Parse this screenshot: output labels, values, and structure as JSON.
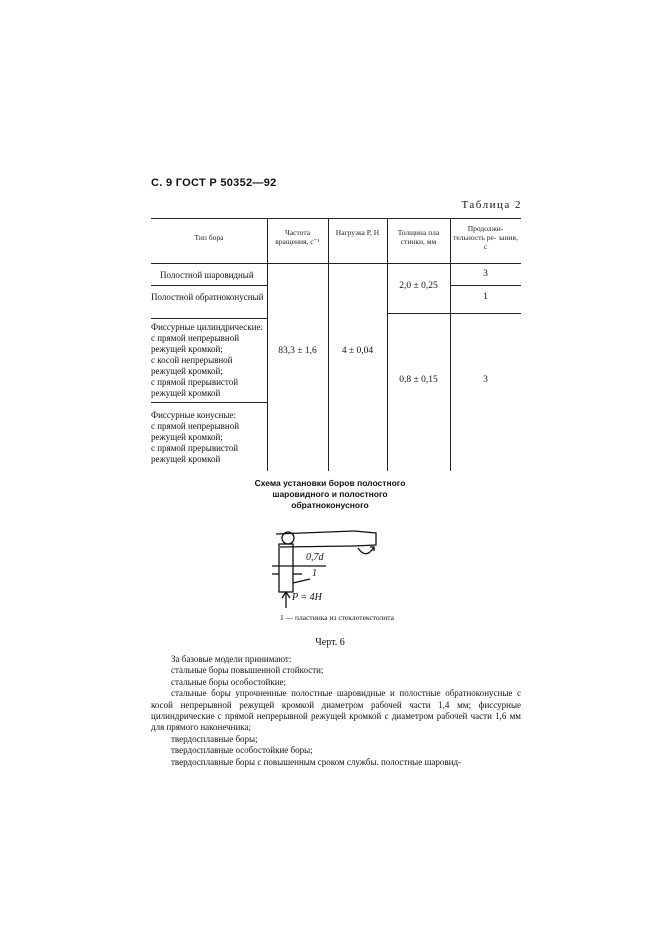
{
  "header": {
    "page_ref": "С. 9 ГОСТ Р 50352—92"
  },
  "table": {
    "caption": "Таблица 2",
    "columns": [
      "Тип бора",
      "Частота вращения, с⁻¹",
      "Нагрузка P, Н",
      "Толщина пла стинки, мм",
      "Продолжи- тельность ре- зания, с"
    ],
    "rows": [
      {
        "type": "Полостной шаровидный",
        "thickness": "2,0 ± 0,25",
        "duration": "3"
      },
      {
        "type": "Полостной обратноконусный",
        "duration": "1"
      },
      {
        "type": "Фиссурные цилиндрические:\nс прямой непрерывной режущей кромкой;\nс косой непрерывной режущей кромкой;\nс прямой прерывистой режущей кромкой",
        "thickness": "0,8 ± 0,15",
        "duration": "3"
      },
      {
        "type": "Фиссурные конусные:\nс прямой непрерывной режущей кромкой;\nс прямой прерывистой режущей кромкой"
      }
    ],
    "frequency": "83,3 ± 1,6",
    "load": "4 ± 0,04"
  },
  "figure": {
    "title": "Схема установки боров полостного шаровидного и полостного обратноконусного",
    "dim_label": "0,7d",
    "part_label": "1",
    "force_label": "P = 4H",
    "legend": "1 — пластинка из стеклотекстолита",
    "caption": "Черт. 6"
  },
  "body": {
    "p1": "За базовые модели принимают:",
    "p2": "стальные боры повышенной стойкости;",
    "p3": "стальные боры особостойкие;",
    "p4": "стальные боры упрочненные полостные шаровидные и полостные обратноконусные с косой непрерывной режущей кромкой диаметром рабочей части 1,4 мм; фиссурные цилиндрические с прямой непрерывной режущей кромкой с диаметром рабочей части 1,6 мм для прямого наконечника;",
    "p5": "твердосплавные боры;",
    "p6": "твердосплавные особостойкие боры;",
    "p7": "твердосплавные боры с повышенным сроком службы. полостные шаровид-"
  }
}
